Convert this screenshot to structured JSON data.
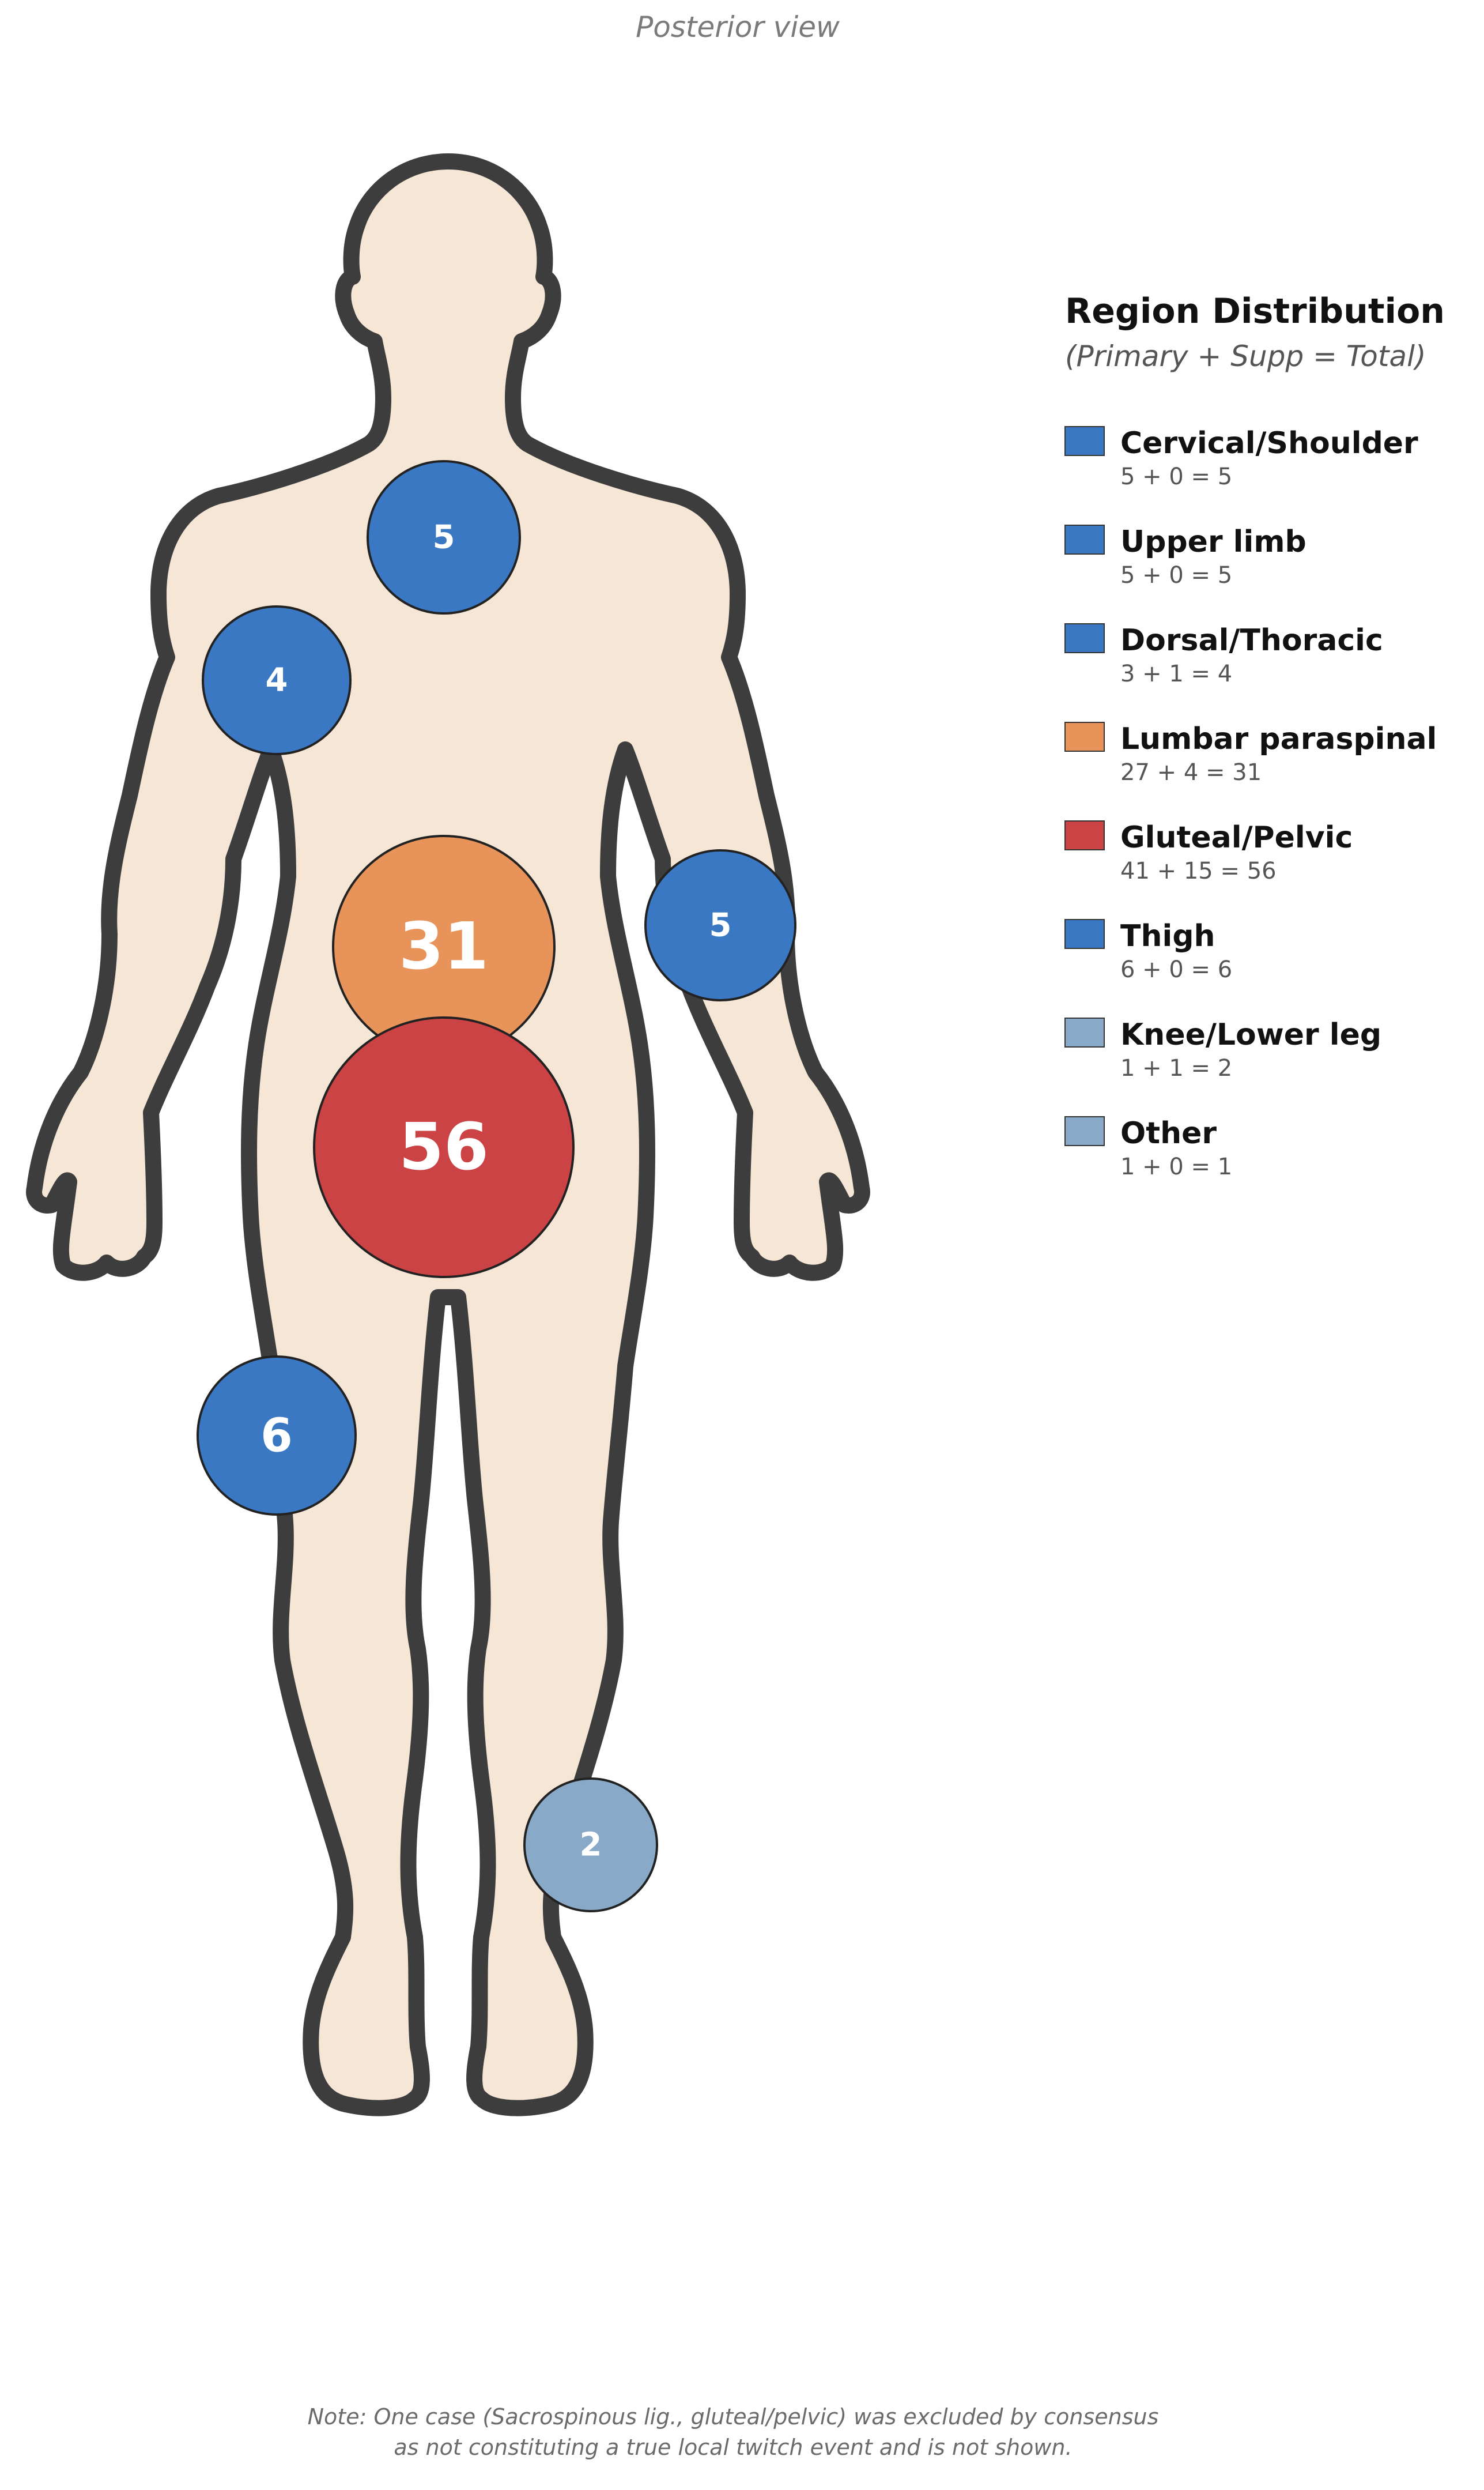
{
  "view_title": "Posterior view",
  "legend": {
    "title": "Region Distribution",
    "subtitle": "(Primary + Supp = Total)"
  },
  "regions": [
    {
      "name": "Cervical/Shoulder",
      "primary": 5,
      "supp": 0,
      "total": 5,
      "formula": "5 + 0 = 5",
      "color": "#3a78c4"
    },
    {
      "name": "Upper limb",
      "primary": 5,
      "supp": 0,
      "total": 5,
      "formula": "5 + 0 = 5",
      "color": "#3a78c4"
    },
    {
      "name": "Dorsal/Thoracic",
      "primary": 3,
      "supp": 1,
      "total": 4,
      "formula": "3 + 1 = 4",
      "color": "#3a78c4"
    },
    {
      "name": "Lumbar paraspinal",
      "primary": 27,
      "supp": 4,
      "total": 31,
      "formula": "27 + 4 = 31",
      "color": "#e8935a"
    },
    {
      "name": "Gluteal/Pelvic",
      "primary": 41,
      "supp": 15,
      "total": 56,
      "formula": "41 + 15 = 56",
      "color": "#cc4345"
    },
    {
      "name": "Thigh",
      "primary": 6,
      "supp": 0,
      "total": 6,
      "formula": "6 + 0 = 6",
      "color": "#3a78c4"
    },
    {
      "name": "Knee/Lower leg",
      "primary": 1,
      "supp": 1,
      "total": 2,
      "formula": "1 + 1 = 2",
      "color": "#88a9c8"
    },
    {
      "name": "Other",
      "primary": 1,
      "supp": 0,
      "total": 1,
      "formula": "1 + 0 = 1",
      "color": "#88a9c8"
    }
  ],
  "bubbles": [
    {
      "value": "5",
      "region": "Cervical/Shoulder",
      "color": "#3a78c4"
    },
    {
      "value": "4",
      "region": "Dorsal/Thoracic",
      "color": "#3a78c4"
    },
    {
      "value": "5",
      "region": "Upper limb",
      "color": "#3a78c4"
    },
    {
      "value": "31",
      "region": "Lumbar paraspinal",
      "color": "#e8935a"
    },
    {
      "value": "56",
      "region": "Gluteal/Pelvic",
      "color": "#cc4345"
    },
    {
      "value": "6",
      "region": "Thigh",
      "color": "#3a78c4"
    },
    {
      "value": "2",
      "region": "Knee/Lower leg",
      "color": "#88a9c8"
    }
  ],
  "body_colors": {
    "fill": "#f5e6d6",
    "outline": "#3d3d3d"
  },
  "note": {
    "line1": "Note: One case (Sacrospinous lig., gluteal/pelvic) was excluded by consensus",
    "line2": "as not constituting a true local twitch event and is not shown."
  }
}
